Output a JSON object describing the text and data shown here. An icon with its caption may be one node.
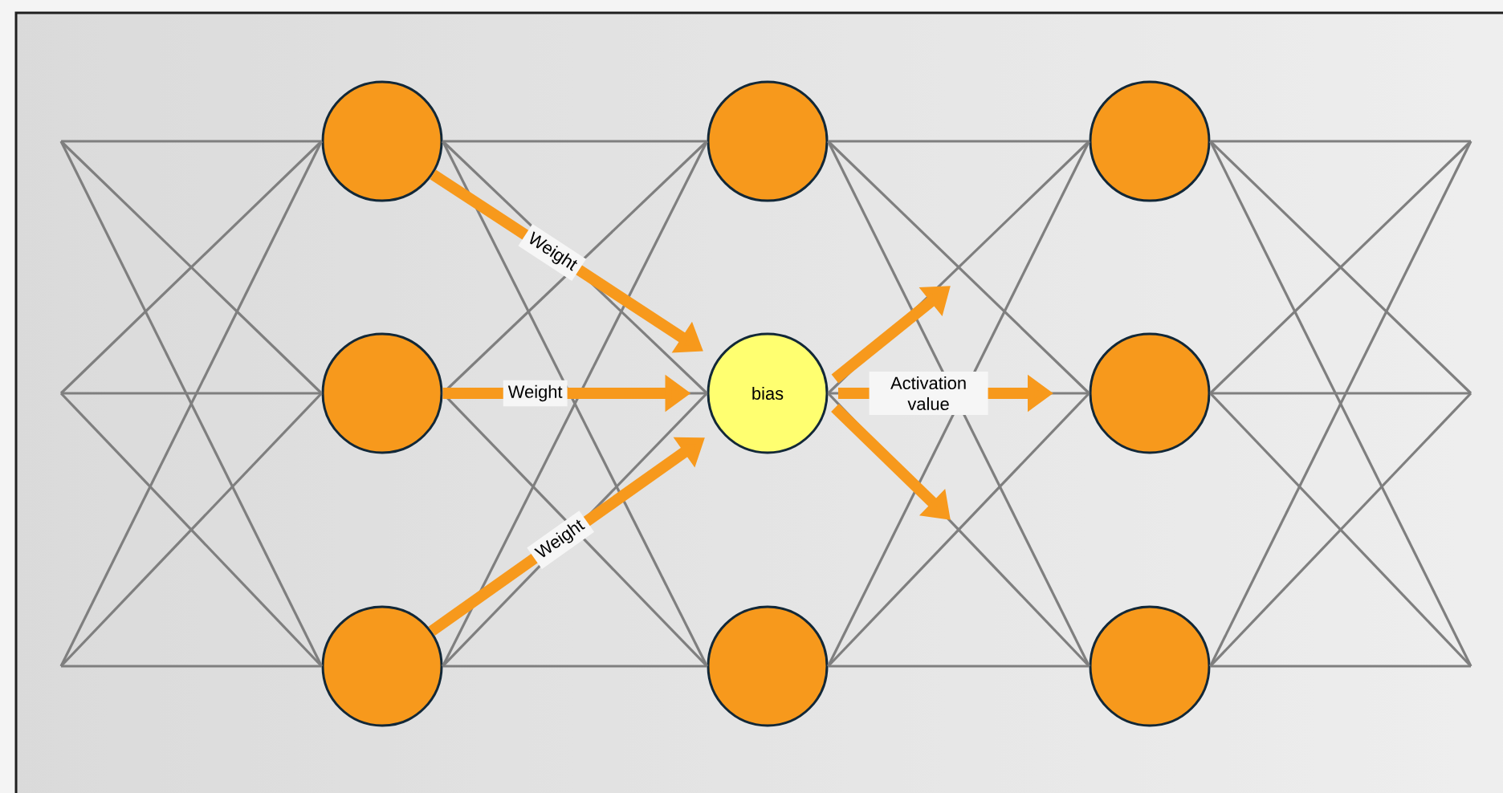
{
  "diagram": {
    "nodes": [
      {
        "text": [],
        "shape": "circle"
      },
      {
        "text": [],
        "shape": "circle"
      },
      {
        "text": [],
        "shape": "circle"
      },
      {
        "text": [],
        "shape": "circle"
      },
      {
        "text": [
          "bias"
        ]
      },
      {
        "text": [],
        "shape": "circle"
      },
      {
        "text": [],
        "shape": "circle"
      },
      {
        "text": [],
        "shape": "circle"
      },
      {
        "text": [],
        "shape": "circle"
      }
    ],
    "edges": [
      {
        "from": null,
        "to": 0,
        "arrow": "none"
      },
      {
        "from": null,
        "to": 1,
        "arrow": "none"
      },
      {
        "from": null,
        "to": 2,
        "arrow": "none"
      },
      {
        "from": null,
        "to": 0,
        "arrow": "none"
      },
      {
        "from": null,
        "to": 1,
        "arrow": "none"
      },
      {
        "from": null,
        "to": 2,
        "arrow": "none"
      },
      {
        "from": null,
        "to": 0,
        "arrow": "none"
      },
      {
        "from": null,
        "to": 1,
        "arrow": "none"
      },
      {
        "from": null,
        "to": 2,
        "arrow": "none"
      },
      {
        "from": 0,
        "to": 3,
        "arrow": "none"
      },
      {
        "from": 0,
        "to": 4,
        "arrow": "none"
      },
      {
        "from": 0,
        "to": 5,
        "arrow": "none"
      },
      {
        "from": 1,
        "to": 3,
        "arrow": "none"
      },
      {
        "from": 1,
        "to": 4,
        "arrow": "none"
      },
      {
        "from": 1,
        "to": 5,
        "arrow": "none"
      },
      {
        "from": 2,
        "to": 3,
        "arrow": "none"
      },
      {
        "from": 2,
        "to": 4,
        "arrow": "none"
      },
      {
        "from": 2,
        "to": 5,
        "arrow": "none"
      },
      {
        "from": 3,
        "to": 6,
        "arrow": "none"
      },
      {
        "from": 3,
        "to": 7,
        "arrow": "none"
      },
      {
        "from": 3,
        "to": 8,
        "arrow": "none"
      },
      {
        "from": 4,
        "to": 6,
        "arrow": "none"
      },
      {
        "from": 4,
        "to": 7,
        "arrow": "none"
      },
      {
        "from": 4,
        "to": 8,
        "arrow": "none"
      },
      {
        "from": 5,
        "to": 6,
        "arrow": "none"
      },
      {
        "from": 5,
        "to": 7,
        "arrow": "none"
      },
      {
        "from": 5,
        "to": 8,
        "arrow": "none"
      },
      {
        "from": 6,
        "to": null,
        "arrow": "none"
      },
      {
        "from": 6,
        "to": null,
        "arrow": "none"
      },
      {
        "from": 6,
        "to": null,
        "arrow": "none"
      },
      {
        "from": 7,
        "to": null,
        "arrow": "none"
      },
      {
        "from": 7,
        "to": null,
        "arrow": "none"
      },
      {
        "from": 7,
        "to": null,
        "arrow": "none"
      },
      {
        "from": 8,
        "to": null,
        "arrow": "none"
      },
      {
        "from": 8,
        "to": null,
        "arrow": "none"
      },
      {
        "from": 8,
        "to": null,
        "arrow": "none"
      },
      {
        "from": 0,
        "to": 4,
        "arrow": "to",
        "label": "Weight",
        "style": "thick",
        "color": "#f7991c"
      },
      {
        "from": 1,
        "to": 4,
        "arrow": "to",
        "label": "Weight",
        "style": "thick",
        "color": "#f7991c"
      },
      {
        "from": 2,
        "to": 4,
        "arrow": "to",
        "label": "Weight",
        "style": "thick",
        "color": "#f7991c"
      },
      {
        "from": 4,
        "to": null,
        "arrow": "to",
        "style": "thick",
        "color": "#f7991c"
      },
      {
        "from": 4,
        "to": null,
        "arrow": "to",
        "label": "Activation value",
        "style": "thick",
        "color": "#f7991c"
      },
      {
        "from": 4,
        "to": null,
        "arrow": "to",
        "style": "thick",
        "color": "#f7991c"
      }
    ]
  }
}
